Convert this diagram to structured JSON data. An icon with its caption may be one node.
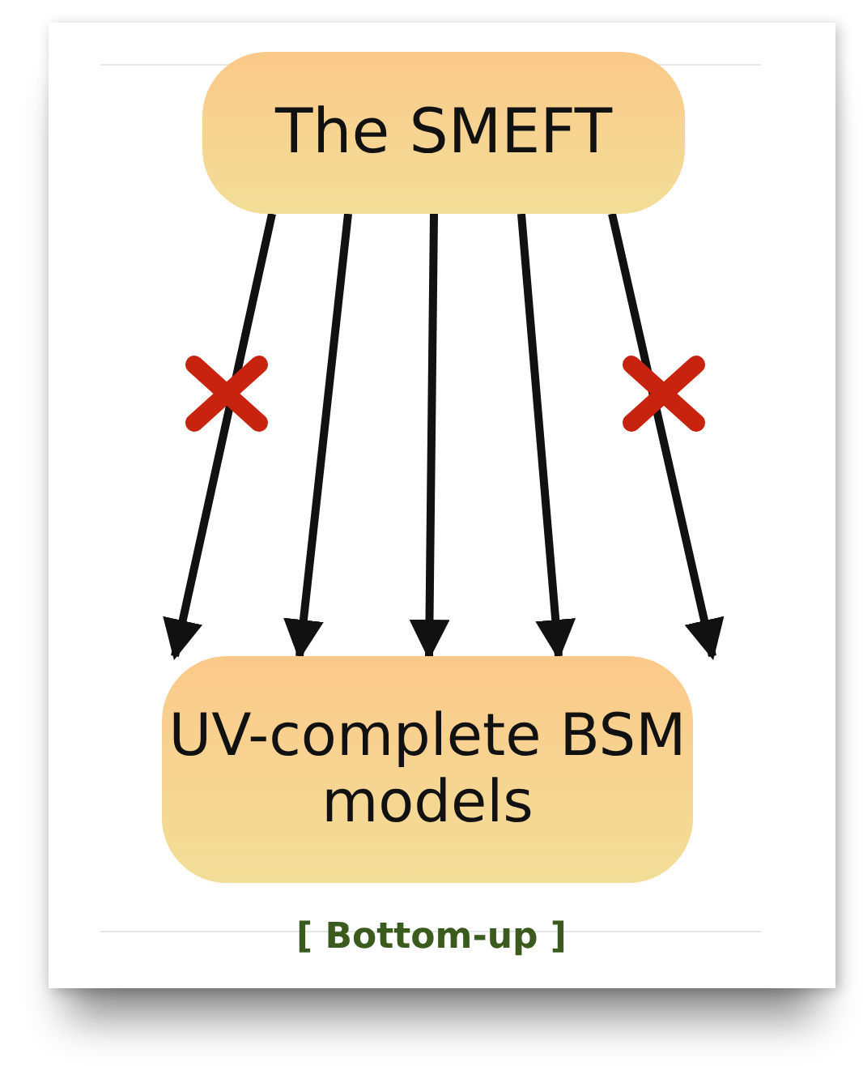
{
  "diagram": {
    "nodes": [
      {
        "text": [
          "The SMEFT"
        ]
      },
      {
        "text": [
          "UV-complete BSM models"
        ]
      }
    ],
    "edges": [
      {
        "from": 0,
        "to": 1,
        "arrow": "to"
      },
      {
        "from": 0,
        "to": 1,
        "arrow": "to"
      },
      {
        "from": 0,
        "to": 1,
        "arrow": "to"
      },
      {
        "from": 0,
        "to": 1,
        "arrow": "to"
      },
      {
        "from": 0,
        "to": 1,
        "arrow": "to"
      }
    ],
    "labels": [
      "[ Bottom-up ]"
    ]
  }
}
